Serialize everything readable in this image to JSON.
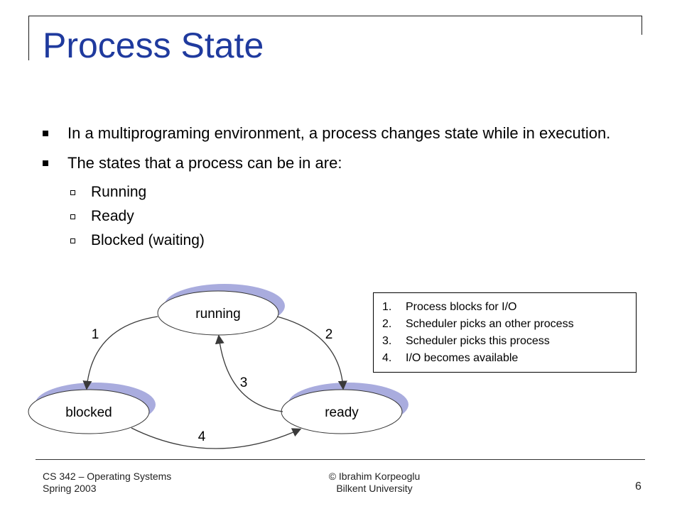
{
  "slide": {
    "title": "Process State",
    "bullets": [
      "In a multiprograming environment, a process changes state while in execution.",
      "The states that a process can be in are:"
    ],
    "sub_bullets": [
      "Running",
      "Ready",
      "Blocked (waiting)"
    ]
  },
  "diagram": {
    "states": {
      "running": "running",
      "blocked": "blocked",
      "ready": "ready"
    },
    "transition_labels": {
      "t1": "1",
      "t2": "2",
      "t3": "3",
      "t4": "4"
    },
    "node_fill": "#ffffff",
    "node_shadow": "#a9acde"
  },
  "legend": {
    "items": [
      {
        "num": "1.",
        "text": "Process blocks for I/O"
      },
      {
        "num": "2.",
        "text": "Scheduler picks an other process"
      },
      {
        "num": "3.",
        "text": "Scheduler picks this process"
      },
      {
        "num": "4.",
        "text": "I/O becomes available"
      }
    ]
  },
  "footer": {
    "course": "CS 342 – Operating Systems",
    "term": "Spring 2003",
    "author": "© Ibrahim Korpeoglu",
    "university": "Bilkent University",
    "page": "6"
  },
  "colors": {
    "title": "#1f3a9e"
  }
}
